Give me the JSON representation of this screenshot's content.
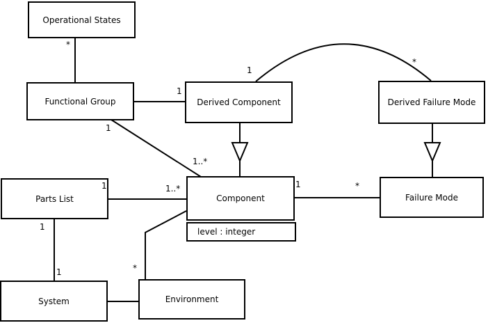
{
  "diagram": {
    "kind": "uml-class-diagram",
    "background_color": "#ffffff",
    "line_color": "#000000",
    "classes": {
      "operational_states": {
        "label": "Operational States"
      },
      "functional_group": {
        "label": "Functional Group"
      },
      "derived_component": {
        "label": "Derived Component"
      },
      "derived_failure_mode": {
        "label": "Derived Failure Mode"
      },
      "parts_list": {
        "label": "Parts List"
      },
      "component": {
        "label": "Component",
        "attribute": "level : integer"
      },
      "failure_mode": {
        "label": "Failure Mode"
      },
      "system": {
        "label": "System"
      },
      "environment": {
        "label": "Environment"
      }
    },
    "multiplicities": {
      "os_fg_star": "*",
      "fg_dc_one": "1",
      "fg_comp_one": "1",
      "fg_comp_many": "1..*",
      "dc_arc_one": "1",
      "dfm_arc_star": "*",
      "pl_comp_one": "1",
      "pl_comp_many": "1..*",
      "comp_fm_one": "1",
      "comp_fm_star": "*",
      "pl_sys_one_top": "1",
      "pl_sys_one_bottom": "1",
      "env_comp_star": "*"
    },
    "relationships": [
      {
        "from": "operational_states",
        "to": "functional_group",
        "type": "association",
        "from_mult": "*"
      },
      {
        "from": "functional_group",
        "to": "derived_component",
        "type": "association",
        "to_mult": "1"
      },
      {
        "from": "functional_group",
        "to": "component",
        "type": "association",
        "from_mult": "1",
        "to_mult": "1..*"
      },
      {
        "from": "derived_component",
        "to": "derived_failure_mode",
        "type": "association-arc",
        "from_mult": "1",
        "to_mult": "*"
      },
      {
        "from": "derived_component",
        "to": "component",
        "type": "generalization"
      },
      {
        "from": "derived_failure_mode",
        "to": "failure_mode",
        "type": "generalization"
      },
      {
        "from": "parts_list",
        "to": "component",
        "type": "association",
        "from_mult": "1",
        "to_mult": "1..*"
      },
      {
        "from": "component",
        "to": "failure_mode",
        "type": "association",
        "from_mult": "1",
        "to_mult": "*"
      },
      {
        "from": "parts_list",
        "to": "system",
        "type": "association",
        "from_mult": "1",
        "to_mult": "1"
      },
      {
        "from": "environment",
        "to": "component",
        "type": "association",
        "from_mult": "*"
      },
      {
        "from": "system",
        "to": "environment",
        "type": "association"
      }
    ]
  }
}
